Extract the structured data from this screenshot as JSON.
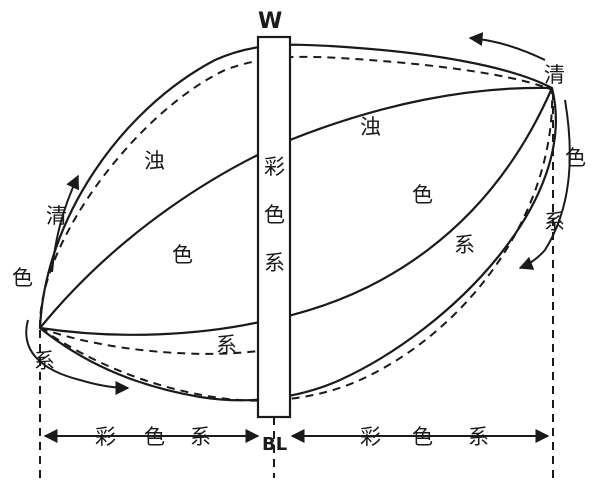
{
  "labels": {
    "top_axis": "W",
    "bottom_axis": "BL",
    "center_column": [
      "彩",
      "色",
      "系"
    ],
    "left_upper_dull": "浊",
    "left_middle_color": "色",
    "left_lower_system": "系",
    "right_upper_dull": "浊",
    "right_middle_color": "色",
    "right_lower_system": "系",
    "left_side_arrow_text": [
      "清",
      "色",
      "系"
    ],
    "right_side_arrow_text": [
      "清",
      "色",
      "系"
    ],
    "bottom_left_span": [
      "彩",
      "色",
      "系"
    ],
    "bottom_right_span": [
      "彩",
      "色",
      "系"
    ]
  },
  "colors": {
    "line": "#1a1a1a",
    "background": "#ffffff"
  }
}
